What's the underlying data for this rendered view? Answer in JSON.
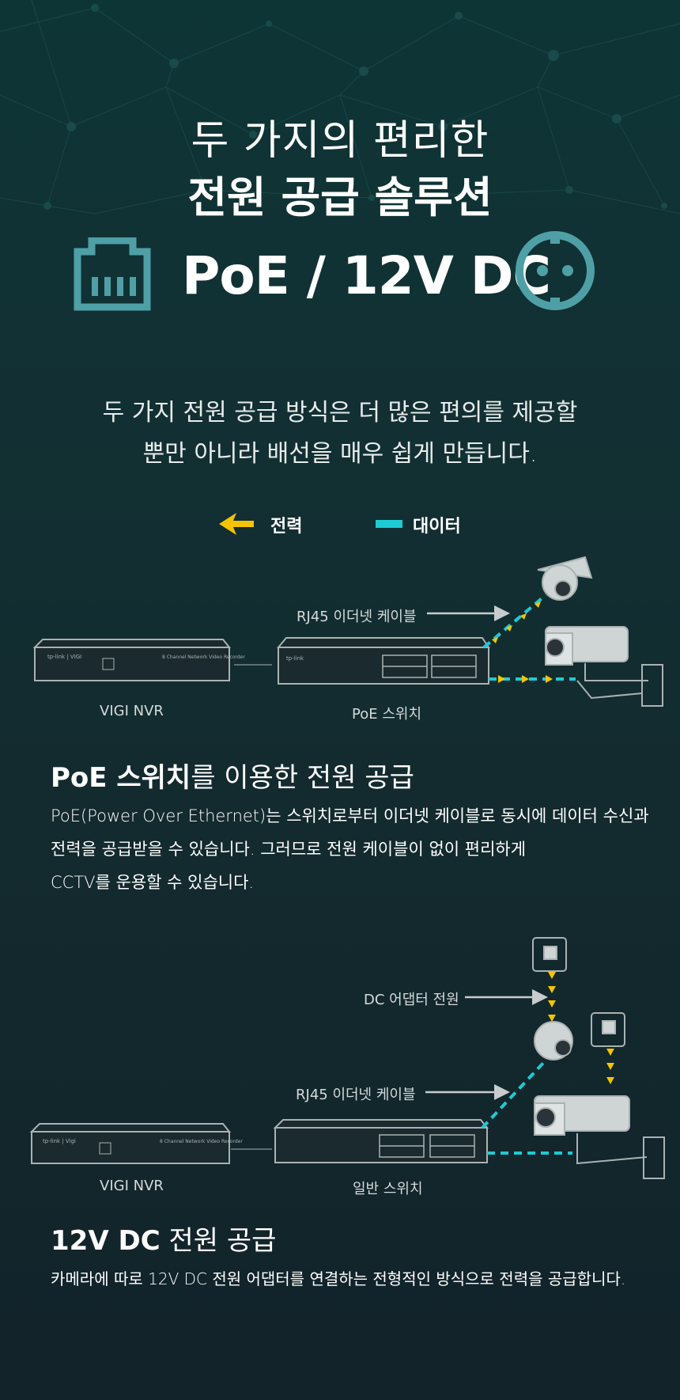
{
  "header": {
    "title_line1": "두 가지의 편리한",
    "title_line2": "전원 공급 솔루션",
    "solution_text": "PoE / 12V DC",
    "left_icon": "ethernet-port-icon",
    "right_icon": "power-socket-icon"
  },
  "intro": {
    "line1": "두 가지 전원 공급 방식은 더 많은 편의를 제공할",
    "line2": "뿐만 아니라 배선을 매우 쉽게 만듭니다."
  },
  "legend": {
    "power_label": "전력",
    "data_label": "대이터",
    "power_color": "#f5c400",
    "data_color": "#1ecad3"
  },
  "diagram_poe": {
    "cable_label": "RJ45 이더넷 케이블",
    "nvr_label": "VIGI NVR",
    "switch_label": "PoE 스위치"
  },
  "section_poe": {
    "title_bold": "PoE 스위치",
    "title_rest": "를 이용한 전원 공급",
    "body_line1": "PoE(Power Over Ethernet)는 스위치로부터 이더넷 케이블로 동시에 데이터 수신과",
    "body_line2": "전력을 공급받을 수 있습니다. 그러므로 전원 케이블이 없이 편리하게",
    "body_line3": "CCTV를 운용할 수 있습니다."
  },
  "diagram_dc": {
    "adapter_label": "DC 어댑터 전원",
    "cable_label": "RJ45 이더넷 케이블",
    "nvr_label": "VIGI NVR",
    "switch_label": "일반 스위치"
  },
  "section_dc": {
    "title_bold": "12V DC",
    "title_rest": " 전원 공급",
    "body": "카메라에 따로 12V DC 전원 어댑터를 연결하는 전형적인 방식으로 전력을 공급합니다."
  }
}
